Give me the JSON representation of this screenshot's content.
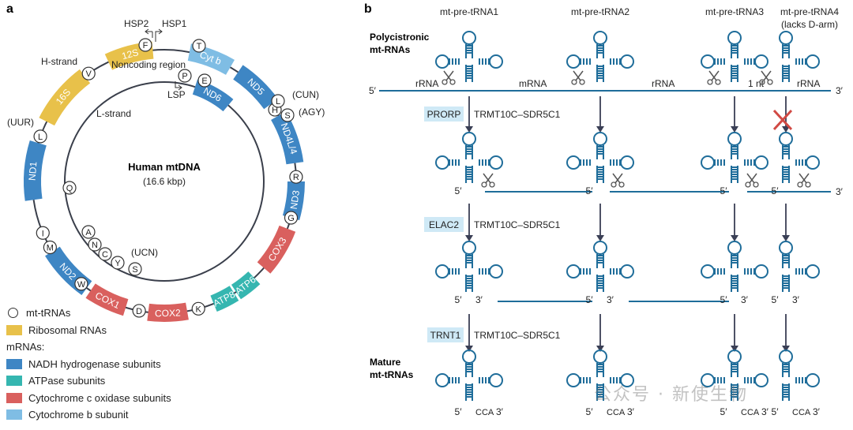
{
  "panel_a": {
    "label": "a",
    "center_title": "Human mtDNA",
    "center_subtitle": "(16.6 kbp)",
    "h_strand": "H-strand",
    "l_strand": "L-strand",
    "noncoding": "Noncoding region",
    "promoters": {
      "hsp1": "HSP1",
      "hsp2": "HSP2",
      "lsp": "LSP"
    },
    "genes": [
      {
        "name": "12S",
        "type": "rrna"
      },
      {
        "name": "16S",
        "type": "rrna"
      },
      {
        "name": "ND1",
        "type": "nadh"
      },
      {
        "name": "ND2",
        "type": "nadh"
      },
      {
        "name": "COX1",
        "type": "cox"
      },
      {
        "name": "COX2",
        "type": "cox"
      },
      {
        "name": "ATP8",
        "type": "atp"
      },
      {
        "name": "ATP6",
        "type": "atp"
      },
      {
        "name": "COX3",
        "type": "cox"
      },
      {
        "name": "ND3",
        "type": "nadh"
      },
      {
        "name": "ND4L/4",
        "type": "nadh"
      },
      {
        "name": "ND5",
        "type": "nadh"
      },
      {
        "name": "Cyt b",
        "type": "cytb"
      },
      {
        "name": "ND6",
        "type": "nadh"
      }
    ],
    "trnas_outer": [
      "F",
      "V",
      "L",
      "I",
      "M",
      "W",
      "D",
      "K",
      "G",
      "R",
      "H",
      "S",
      "L",
      "T"
    ],
    "trnas_inner": [
      "P",
      "E",
      "Q",
      "A",
      "N",
      "C",
      "Y",
      "S"
    ],
    "codon_notes": {
      "uur": "(UUR)",
      "cun": "(CUN)",
      "agy": "(AGY)",
      "ucn": "(UCN)"
    }
  },
  "legend": {
    "trna": "mt-tRNAs",
    "rrna": "Ribosomal RNAs",
    "mrna_header": "mRNAs:",
    "nadh": "NADH hydrogenase subunits",
    "atp": "ATPase subunits",
    "cox": "Cytochrome c oxidase subunits",
    "cytb": "Cytochrome b subunit"
  },
  "colors": {
    "rrna": "#e8c14a",
    "nadh": "#3e86c4",
    "atp": "#35b6b0",
    "cox": "#d9605e",
    "cytb": "#7fbde4",
    "trna_blue": "#1f6d9a",
    "enzyme_box": "#cfe9f6"
  },
  "panel_b": {
    "label": "b",
    "pre_trnas": [
      "mt-pre-tRNA1",
      "mt-pre-tRNA2",
      "mt-pre-tRNA3",
      "mt-pre-tRNA4"
    ],
    "pre_trna4_note": "(lacks D-arm)",
    "polycistronic": [
      "Polycistronic",
      "mt-RNAs"
    ],
    "mature": [
      "Mature",
      "mt-tRNAs"
    ],
    "segments": [
      "rRNA",
      "mRNA",
      "rRNA",
      "1 nt",
      "rRNA"
    ],
    "end5": "5′",
    "end3": "3′",
    "enzymes": [
      {
        "box": "PRORP",
        "complex": "TRMT10C–SDR5C1"
      },
      {
        "box": "ELAC2",
        "complex": "TRMT10C–SDR5C1"
      },
      {
        "box": "TRNT1",
        "complex": "TRMT10C–SDR5C1"
      }
    ],
    "cca": "CCA"
  },
  "watermark": "公众号 · 新使生物"
}
